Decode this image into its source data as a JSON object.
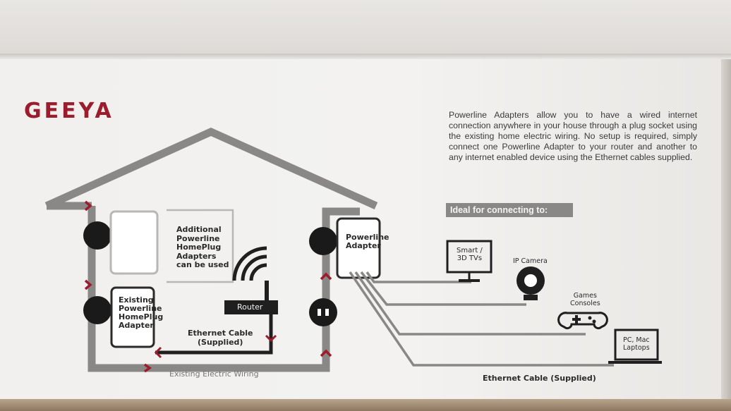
{
  "brand": {
    "logo_text": "GEEYA"
  },
  "intro_text": "Powerline Adapters allow you to have a wired internet connection anywhere in your house through a plug socket using the existing home electric wiring. No setup is required, simply connect one Powerline Adapter to your router and another to any internet enabled device using the Ethernet cables supplied.",
  "ideal_heading": "Ideal for connecting to:",
  "house_labels": {
    "additional_line1": "Additional",
    "additional_line2": "Powerline",
    "additional_line3": "HomePlug",
    "additional_line4": "Adapters",
    "additional_line5": "can be used",
    "existing_line1": "Existing",
    "existing_line2": "Powerline",
    "existing_line3": "HomePlug",
    "existing_line4": "Adapter",
    "router": "Router",
    "ethernet_line1": "Ethernet Cable",
    "ethernet_line2": "(Supplied)",
    "wiring": "Existing Electric Wiring",
    "powerline_line1": "Powerline",
    "powerline_line2": "Adapter"
  },
  "devices": {
    "tv_line1": "Smart /",
    "tv_line2": "3D TVs",
    "camera": "IP Camera",
    "games_line1": "Games",
    "games_line2": "Consoles",
    "pc_line1": "PC, Mac",
    "pc_line2": "Laptops"
  },
  "bottom_cable_label": "Ethernet Cable (Supplied)",
  "colors": {
    "brand_red": "#9b1c2c",
    "wire_grey": "#8a8886",
    "ink": "#1f1f1f"
  }
}
